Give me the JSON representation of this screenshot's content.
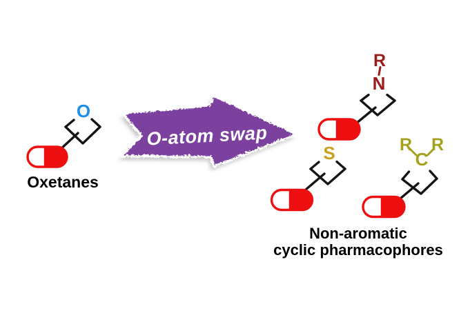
{
  "colors": {
    "pill_red": "#ee1010",
    "pill_inner": "#ffffff",
    "oxygen_blue": "#1e8fe8",
    "nitrogen_maroon": "#9e1b1b",
    "sulfur_gold": "#c9a11e",
    "carbon_olive": "#a3a11e",
    "bond_black": "#141414",
    "arrow_purple": "#7b3f9e",
    "arrow_outline": "#ffffff",
    "arrow_text": "#ffffff",
    "caption_black": "#000000"
  },
  "reactant": {
    "heteroatom": "O",
    "caption": "Oxetanes"
  },
  "arrow": {
    "label": "O-atom swap"
  },
  "products": {
    "caption_line1": "Non-aromatic",
    "caption_line2": "cyclic pharmacophores",
    "azetidine": {
      "heteroatom": "N",
      "substituent": "R"
    },
    "thietane": {
      "heteroatom": "S"
    },
    "cyclobutane": {
      "heteroatom": "C",
      "substituent_left": "R",
      "substituent_right": "R"
    }
  }
}
